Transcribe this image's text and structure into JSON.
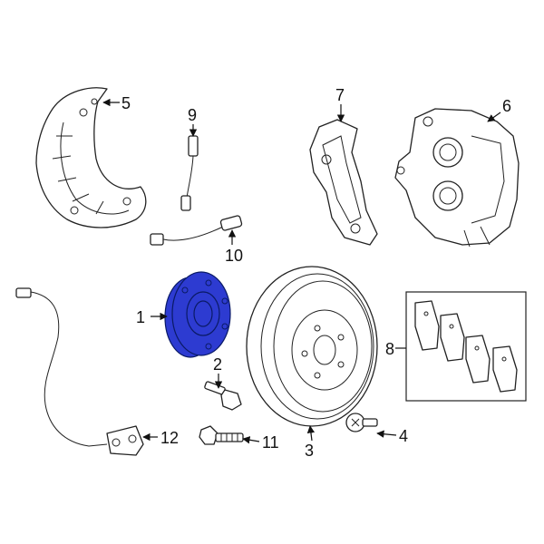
{
  "highlight_color": "#2d3bd1",
  "callouts": {
    "c1": "1",
    "c2": "2",
    "c3": "3",
    "c4": "4",
    "c5": "5",
    "c6": "6",
    "c7": "7",
    "c8": "8",
    "c9": "9",
    "c10": "10",
    "c11": "11",
    "c12": "12"
  }
}
